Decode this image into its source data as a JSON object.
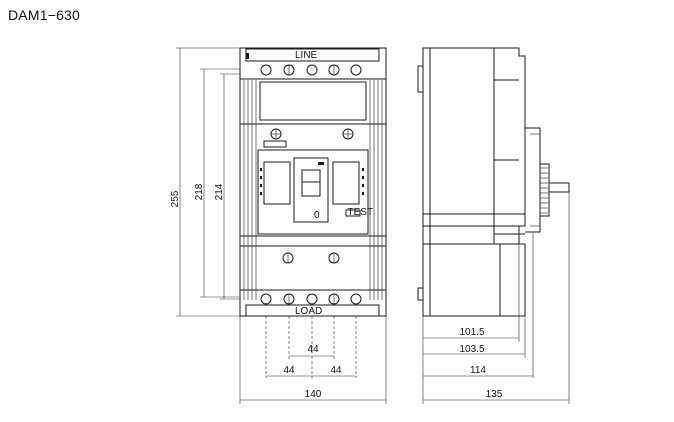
{
  "title": "DAM1−630",
  "front_labels": {
    "top_terminal_mark": "LINE",
    "bottom_terminal_mark": "LOAD",
    "badge": "TEST"
  },
  "dimensions": {
    "height_overall": "255",
    "height_terminals": "218",
    "height_body": "214",
    "pole_pitch_center": "44",
    "pole_pitch_left": "44",
    "pole_pitch_right": "44",
    "width_front": "140",
    "depth_1": "101.5",
    "depth_2": "103.5",
    "depth_3": "114",
    "depth_overall": "135"
  }
}
